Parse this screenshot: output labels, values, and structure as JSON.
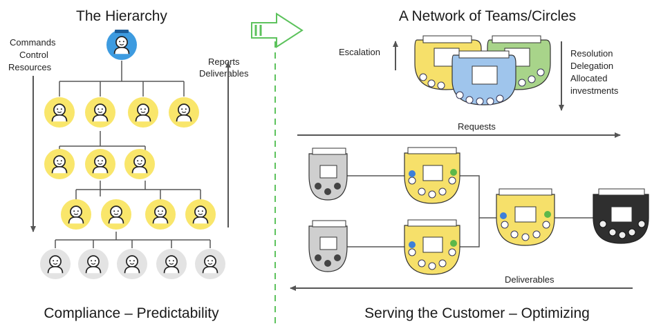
{
  "left_panel": {
    "title": "The Hierarchy",
    "footer": "Compliance – Predictability",
    "down_label": [
      "Commands",
      "Control",
      "Resources"
    ],
    "up_label": [
      "Reports",
      "Deliverables"
    ],
    "top_icon": "leader-avatar-icon",
    "row_counts": [
      4,
      3,
      4,
      5
    ],
    "colors": {
      "member_circle": "#f9e66b",
      "base_circle": "#e3e3e3",
      "leader_circle": "#3d9be0"
    }
  },
  "right_panel": {
    "title": "A Network of Teams/Circles",
    "footer": "Serving the Customer – Optimizing",
    "escalation_label": "Escalation",
    "resolution_labels": [
      "Resolution",
      "Delegation",
      "Allocated",
      "investments"
    ],
    "requests_label": "Requests",
    "deliverables_label": "Deliverables",
    "core_circles": [
      {
        "name": "core-circle-yellow",
        "color": "#f6e06a"
      },
      {
        "name": "core-circle-green",
        "color": "#a8d48a"
      },
      {
        "name": "core-circle-blue",
        "color": "#9fc5ec"
      }
    ],
    "teams": [
      {
        "name": "team-gray-top",
        "color": "#cfcfcf"
      },
      {
        "name": "team-yellow-top",
        "color": "#f6e06a"
      },
      {
        "name": "team-yellow-center",
        "color": "#f6e06a"
      },
      {
        "name": "team-black-right",
        "color": "#2f2f2f"
      },
      {
        "name": "team-gray-bottom",
        "color": "#cfcfcf"
      },
      {
        "name": "team-yellow-bottom",
        "color": "#f6e06a"
      }
    ]
  },
  "divider": {
    "icon": "right-arrow-icon",
    "color": "#5cc25c"
  }
}
